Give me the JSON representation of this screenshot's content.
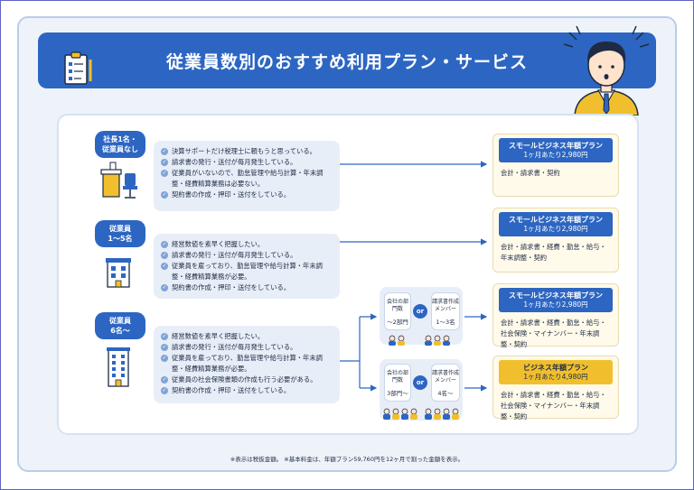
{
  "title": "従業員数別のおすすめ利用プラン・サービス",
  "colors": {
    "primary": "#2d66c2",
    "gold": "#f1bf2e",
    "panel_bg": "#eef3fa",
    "plan_bg": "#fffaea"
  },
  "groups": [
    {
      "tag": [
        "社長1名・",
        "従業員なし"
      ],
      "icon": "desk-chair-icon",
      "items": [
        "決算サポートだけ税理士に頼もうと思っている。",
        "請求書の発行・送付が毎月発生している。",
        "従業員がいないので、勤怠管理や給与計算・年末調整・経費精算業務は必要ない。",
        "契約書の作成・押印・送付をしている。"
      ]
    },
    {
      "tag": [
        "従業員",
        "1〜5名"
      ],
      "icon": "small-building-icon",
      "items": [
        "経営数値を素早く把握したい。",
        "請求書の発行・送付が毎月発生している。",
        "従業員を雇っており、勤怠管理や給与計算・年末調整・経費精算業務が必要。",
        "契約書の作成・押印・送付をしている。"
      ]
    },
    {
      "tag": [
        "従業員",
        "6名〜"
      ],
      "icon": "tall-building-icon",
      "items": [
        "経営数値を素早く把握したい。",
        "請求書の発行・送付が毎月発生している。",
        "従業員を雇っており、勤怠管理や給与計算・年末調整・経費精算業務が必要。",
        "従業員の社会保険書類の作成も行う必要がある。",
        "契約書の作成・押印・送付をしている。"
      ]
    }
  ],
  "splits": [
    {
      "left_label": "会社の部門数",
      "left_value": "〜2部門",
      "or": "or",
      "right_label": "請求書作成メンバー",
      "right_value": "1〜3名"
    },
    {
      "left_label": "会社の部門数",
      "left_value": "3部門〜",
      "or": "or",
      "right_label": "請求書作成メンバー",
      "right_value": "4名〜"
    }
  ],
  "plans": [
    {
      "name": "スモールビジネス年額プラン",
      "price": "1ヶ月あたり2,980円",
      "services": "会計・請求書・契約"
    },
    {
      "name": "スモールビジネス年額プラン",
      "price": "1ヶ月あたり2,980円",
      "services": "会計・請求書・経費・勤怠・給与・年末調整・契約"
    },
    {
      "name": "スモールビジネス年額プラン",
      "price": "1ヶ月あたり2,980円",
      "services": "会計・請求書・経費・勤怠・給与・社会保険・マイナンバー・年末調整・契約"
    },
    {
      "name": "ビジネス年額プラン",
      "price": "1ヶ月あたり4,980円",
      "services": "会計・請求書・経費・勤怠・給与・社会保険・マイナンバー・年末調整・契約"
    }
  ],
  "footnote": "※表示は税抜金額。 ※基本料金は、年額プラン59,760円を12ヶ月で割った金額を表示。"
}
